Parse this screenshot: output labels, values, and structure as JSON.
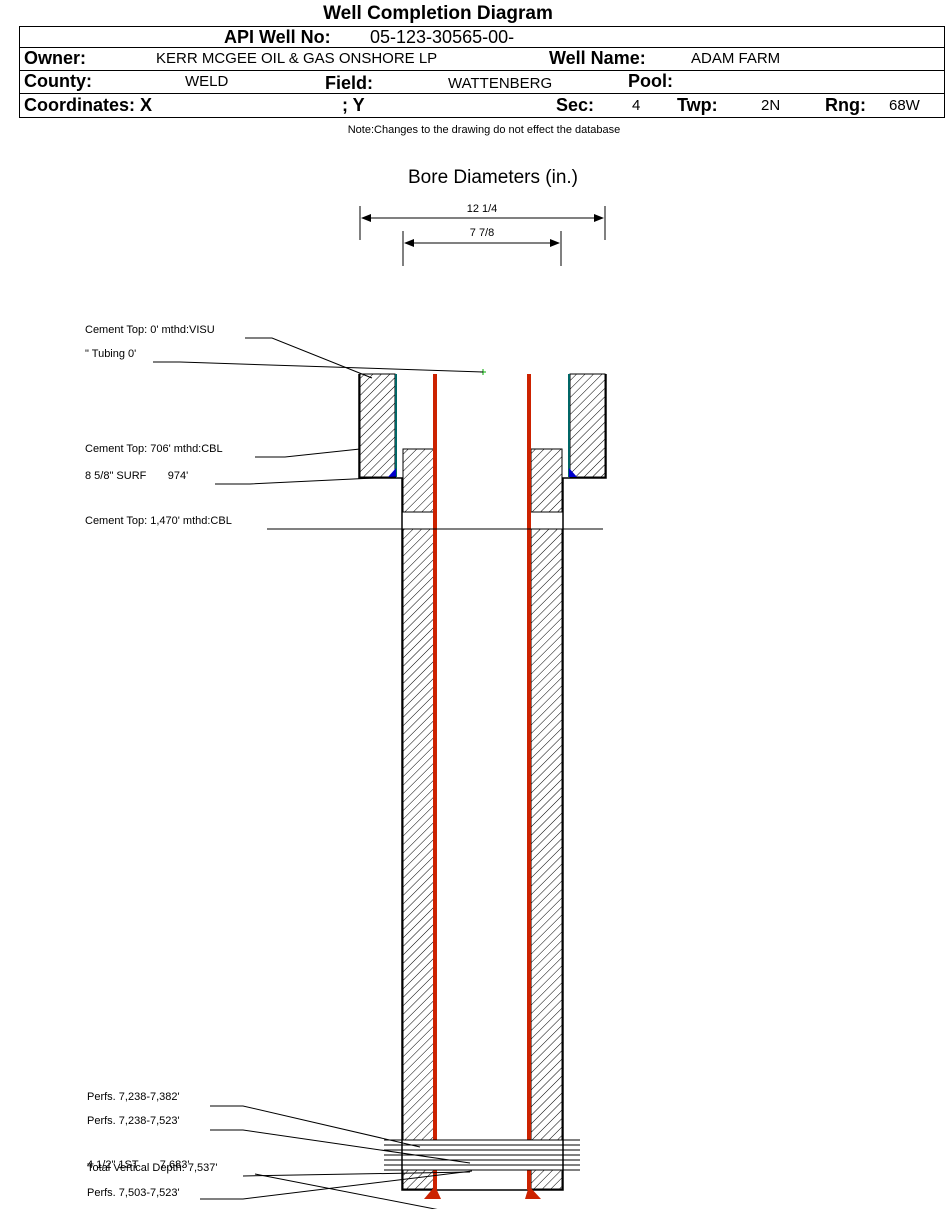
{
  "title": "Well Completion Diagram",
  "header": {
    "api_label": "API Well No:",
    "api_value": "05-123-30565-00-",
    "owner_label": "Owner:",
    "owner_value": "KERR MCGEE OIL & GAS ONSHORE LP",
    "well_name_label": "Well Name:",
    "well_name_value": "ADAM FARM",
    "county_label": "County:",
    "county_value": "WELD",
    "field_label": "Field:",
    "field_value": "WATTENBERG",
    "pool_label": "Pool:",
    "pool_value": "",
    "coords_label": "Coordinates: X",
    "coords_y_label": "; Y",
    "sec_label": "Sec:",
    "sec_value": "4",
    "twp_label": "Twp:",
    "twp_value": "2N",
    "rng_label": "Rng:",
    "rng_value": "68W"
  },
  "note": "Note:Changes to the drawing do not effect the database",
  "bore": {
    "title": "Bore Diameters (in.)",
    "outer": "12 1/4",
    "inner": "7 7/8"
  },
  "annotations": {
    "cement_top_1": "Cement Top: 0' mthd:VISU",
    "tubing": "\" Tubing 0'",
    "cement_top_2": "Cement Top: 706' mthd:CBL",
    "surf_casing": "8 5/8\" SURF       974'",
    "cement_top_3": "Cement Top: 1,470' mthd:CBL",
    "perfs_1": "Perfs. 7,238-7,382'",
    "perfs_2": "Perfs. 7,238-7,523'",
    "prod_casing": "4 1/2\" 1ST       7,683'",
    "tvd": "Total Vertical Depth: 7,537'",
    "perfs_3": "Perfs. 7,503-7,523'"
  },
  "colors": {
    "tubing": "#cc2200",
    "casing_surface": "#006666",
    "shoe": "#0000cc",
    "hatch": "#000000"
  }
}
